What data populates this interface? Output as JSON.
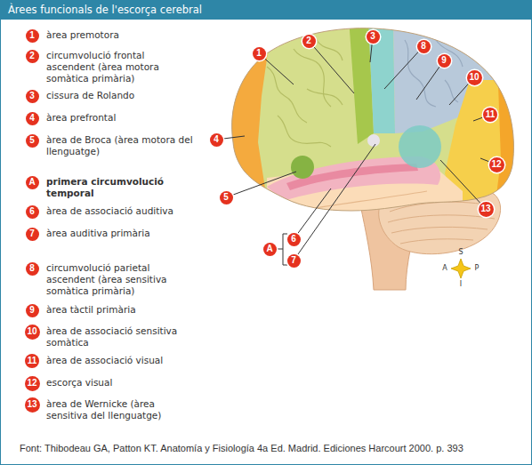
{
  "diagram": {
    "title": "Àrees funcionals de l'escorça cerebral",
    "caption": "Font: Thibodeau GA, Patton KT. Anatomía y Fisiología 4a Ed. Madrid. Ediciones Harcourt 2000. p. 393",
    "nodes": [
      {
        "text": [
          "1"
        ]
      },
      {
        "text": [
          "2"
        ]
      },
      {
        "text": [
          "3"
        ]
      },
      {
        "text": [
          "4"
        ]
      },
      {
        "text": [
          "5"
        ]
      },
      {
        "text": [
          "A"
        ]
      },
      {
        "text": [
          "6"
        ]
      },
      {
        "text": [
          "7"
        ]
      },
      {
        "text": [
          "8"
        ]
      },
      {
        "text": [
          "9"
        ]
      },
      {
        "text": [
          "10"
        ]
      },
      {
        "text": [
          "11"
        ]
      },
      {
        "text": [
          "12"
        ]
      },
      {
        "text": [
          "13"
        ]
      },
      {
        "text": [
          "1"
        ]
      },
      {
        "text": [
          "2"
        ]
      },
      {
        "text": [
          "3"
        ]
      },
      {
        "text": [
          "8"
        ]
      },
      {
        "text": [
          "9"
        ]
      },
      {
        "text": [
          "10"
        ]
      },
      {
        "text": [
          "11"
        ]
      },
      {
        "text": [
          "4"
        ]
      },
      {
        "text": [
          "12"
        ]
      },
      {
        "text": [
          "5"
        ]
      },
      {
        "text": [
          "13"
        ]
      },
      {
        "text": [
          "6"
        ]
      },
      {
        "text": [
          "A"
        ]
      },
      {
        "text": [
          "7"
        ]
      }
    ],
    "labels": [
      "àrea premotora",
      "circumvolució frontal ascendent (àrea motora somàtica primària)",
      "cissura de Rolando",
      "àrea prefrontal",
      "àrea de Broca (àrea motora del llenguatge)",
      "primera circumvolució temporal",
      "àrea de associació auditiva",
      "àrea auditiva primària",
      "circumvolució parietal ascendent (àrea sensitiva somàtica primària)",
      "àrea tàctil primària",
      "àrea de associació sensitiva somàtica",
      "àrea de associació visual",
      "escorça visual",
      "àrea de Wernicke (àrea sensitiva del llenguatge)",
      "S",
      "A",
      "P",
      "I"
    ]
  }
}
